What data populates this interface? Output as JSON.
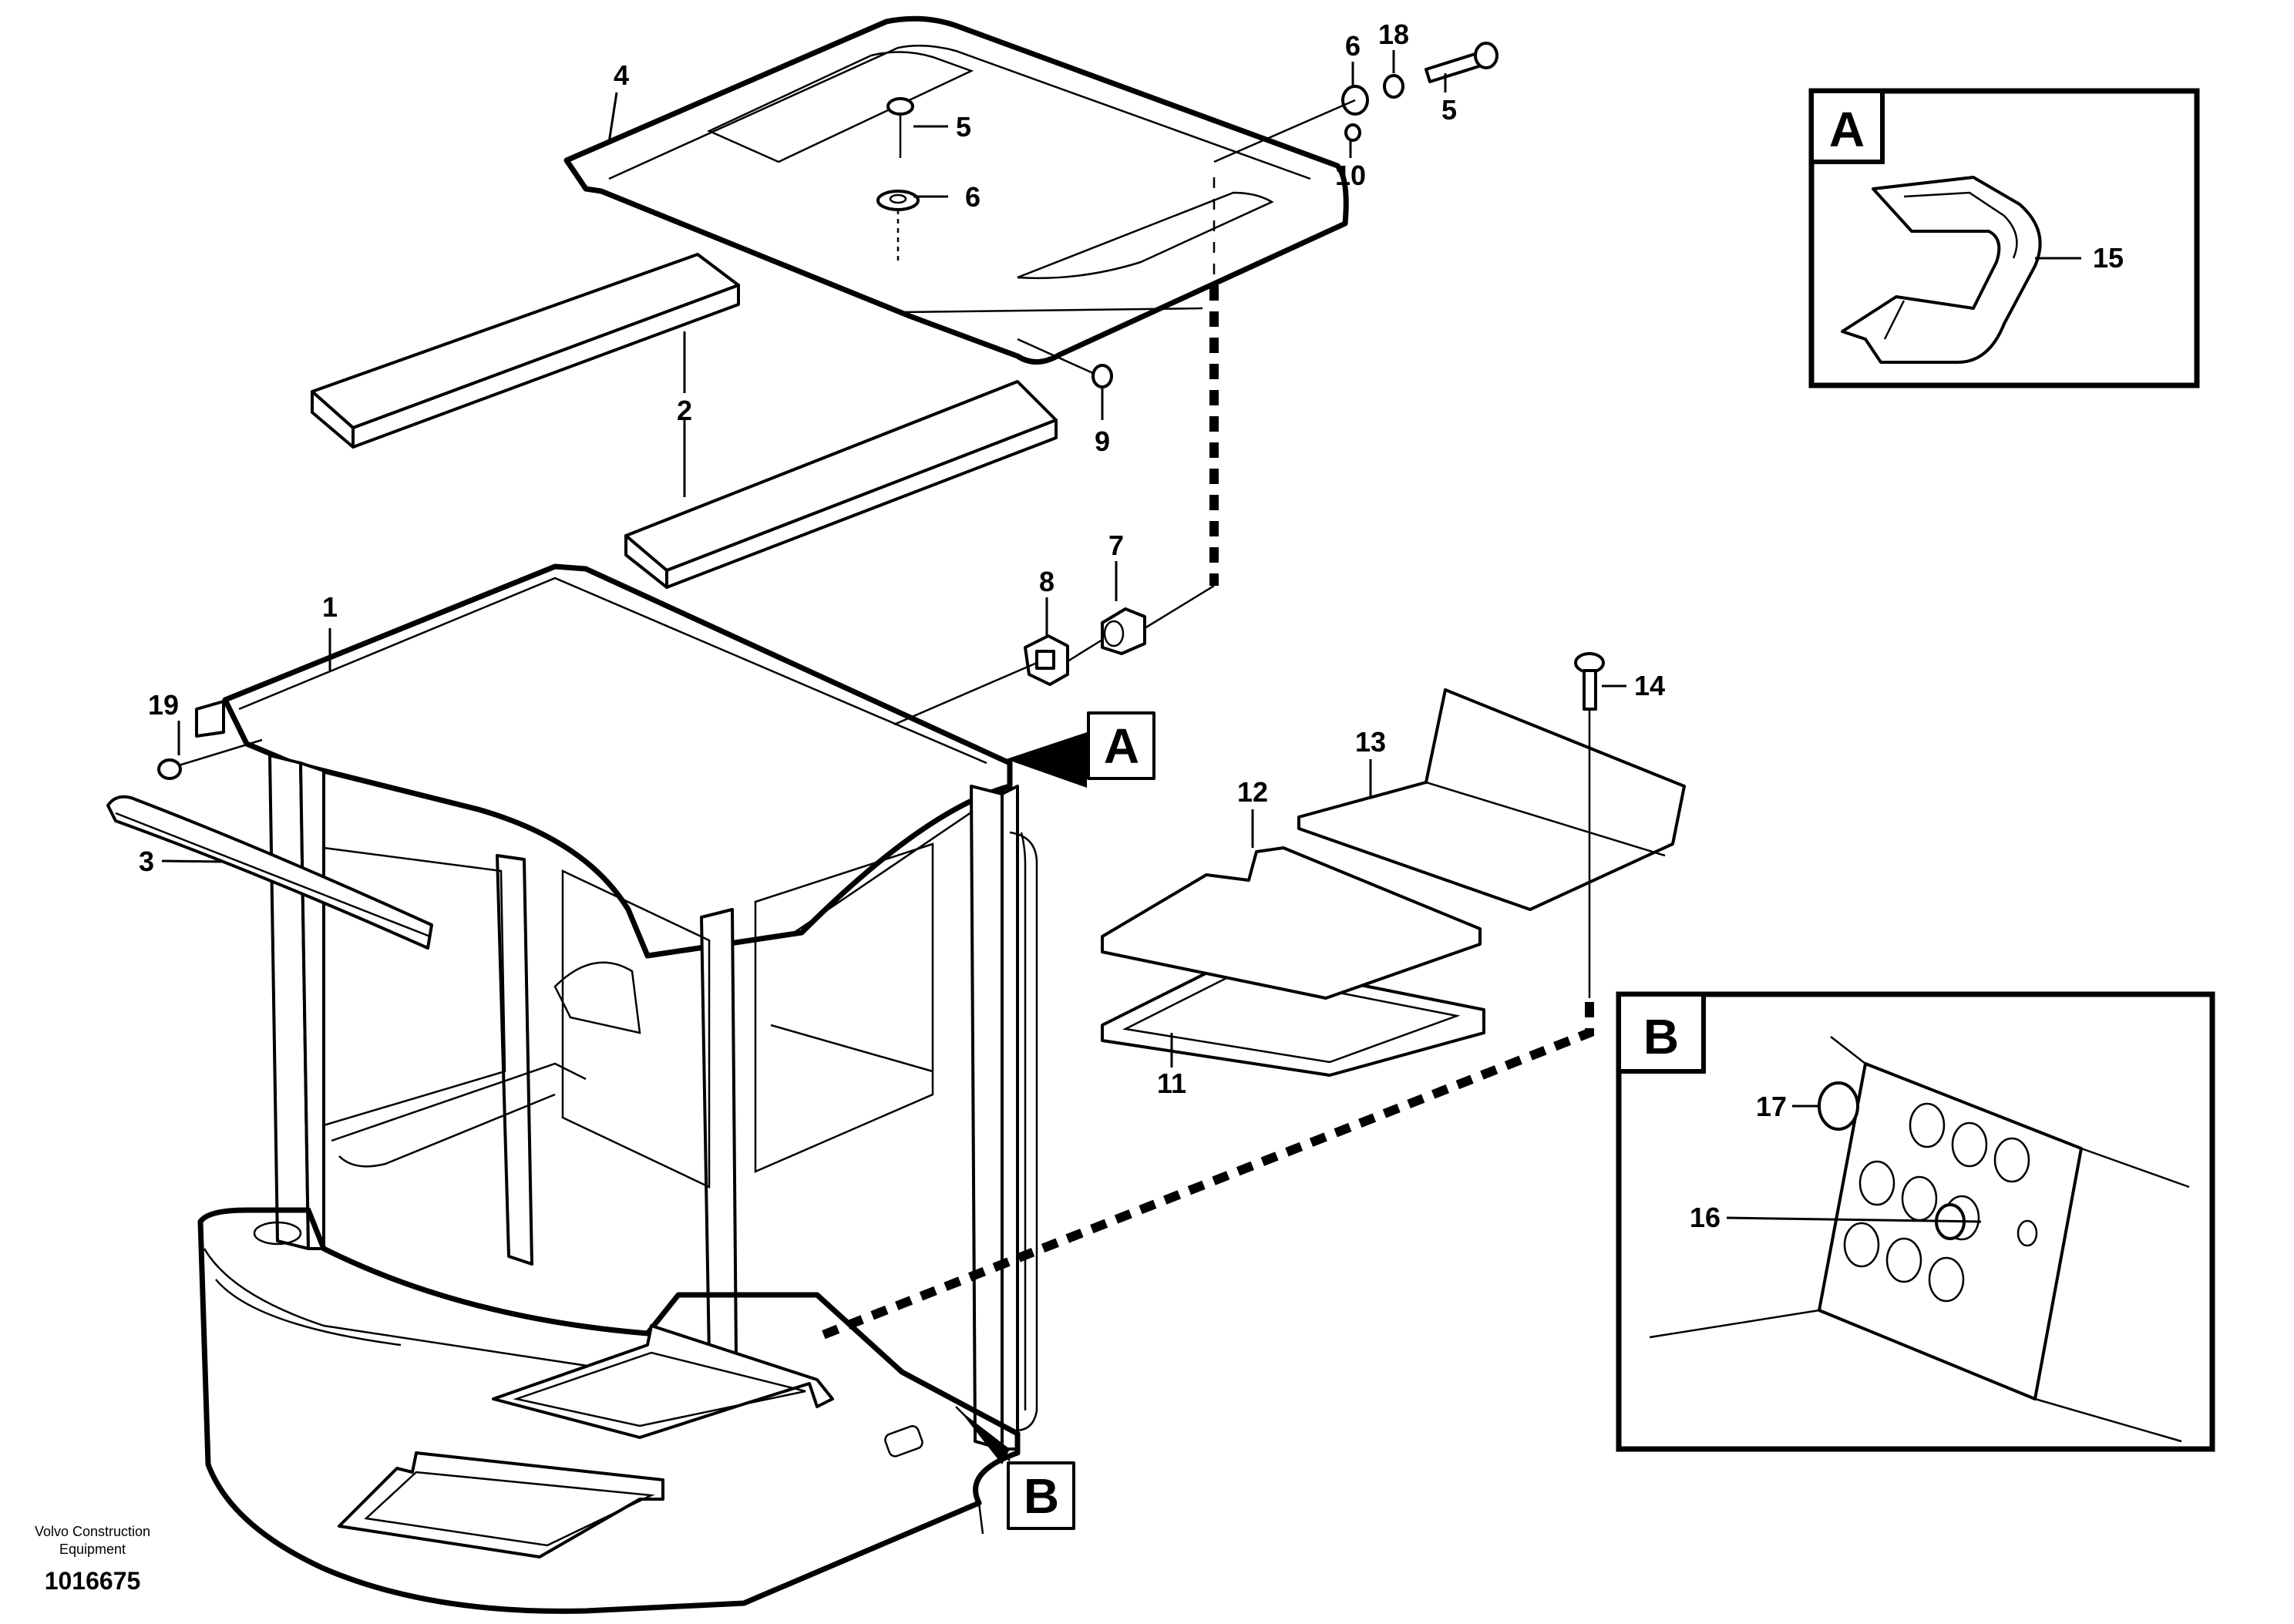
{
  "callouts": {
    "c1": "1",
    "c2": "2",
    "c3": "3",
    "c4": "4",
    "c5a": "5",
    "c5b": "5",
    "c6a": "6",
    "c6b": "6",
    "c7": "7",
    "c8": "8",
    "c9": "9",
    "c10": "10",
    "c11": "11",
    "c12": "12",
    "c13": "13",
    "c14": "14",
    "c15": "15",
    "c16": "16",
    "c17": "17",
    "c18": "18",
    "c19": "19"
  },
  "view_tags": {
    "a": "A",
    "b": "B"
  },
  "detail_views": {
    "a_label": "A",
    "b_label": "B"
  },
  "credit": {
    "line1": "Volvo Construction",
    "line2": "Equipment"
  },
  "document_number": "1016675"
}
